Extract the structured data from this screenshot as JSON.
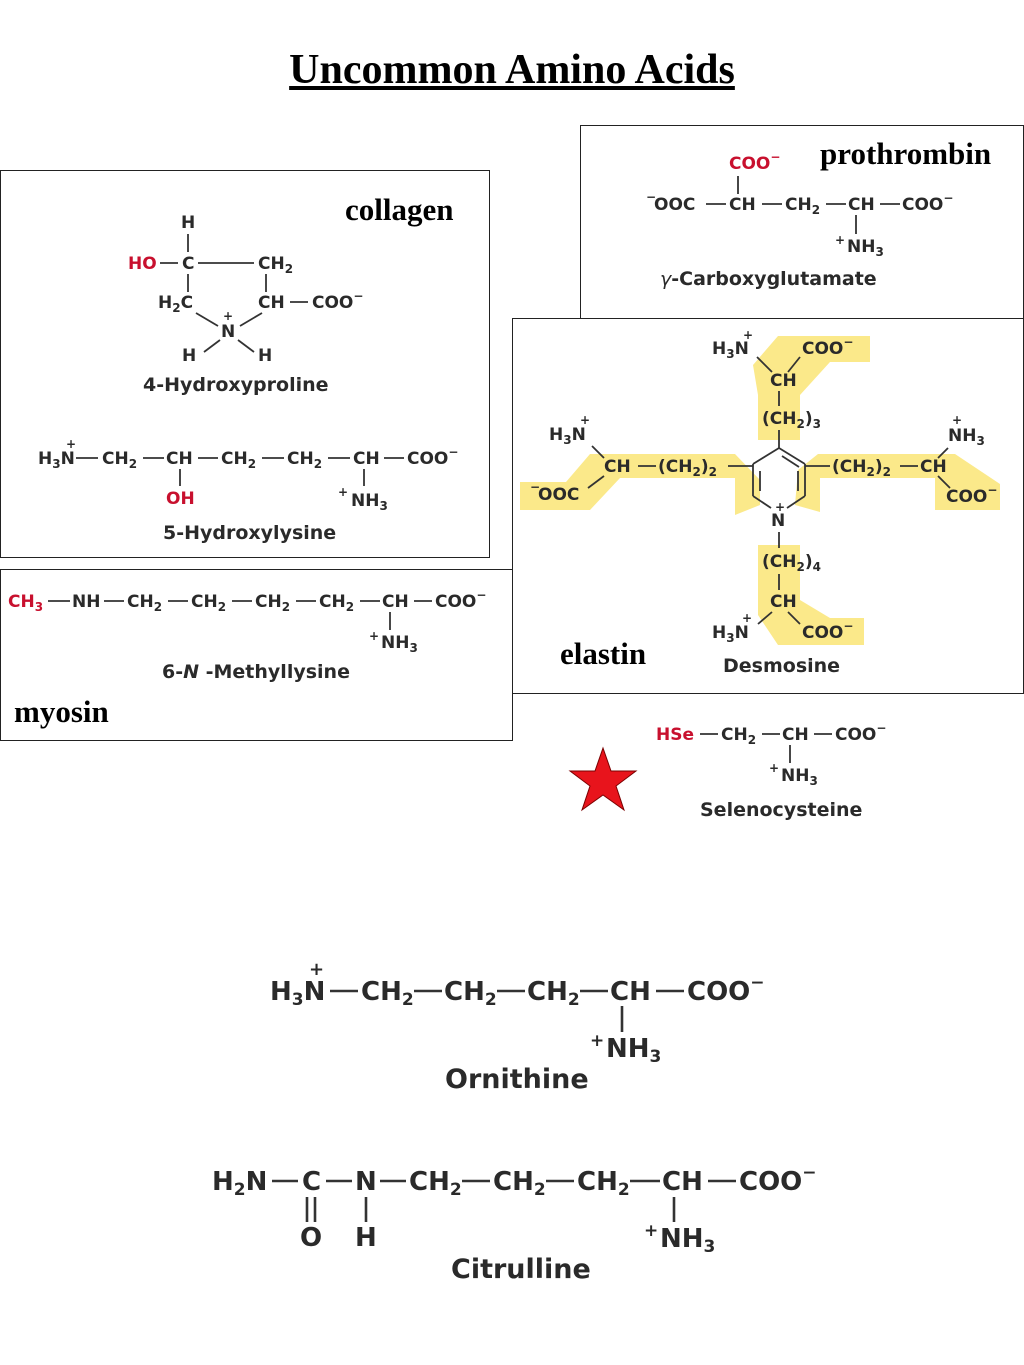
{
  "title": "Uncommon Amino Acids",
  "contexts": {
    "collagen": "collagen",
    "prothrombin": "prothrombin",
    "elastin": "elastin",
    "myosin": "myosin"
  },
  "compounds": {
    "hydroxyproline": "4-Hydroxyproline",
    "hydroxylysine": "5-Hydroxylysine",
    "carboxyglutamate_prefix": "γ",
    "carboxyglutamate": "-Carboxyglutamate",
    "methyllysine_a": "6-",
    "methyllysine_n": "N",
    "methyllysine_b": " -Methyllysine",
    "desmosine": "Desmosine",
    "selenocysteine": "Selenocysteine",
    "ornithine": "Ornithine",
    "citrulline": "Citrulline"
  },
  "colors": {
    "highlight": "#fbe98a",
    "modified_group": "#c8102e",
    "star": "#e8141c"
  }
}
